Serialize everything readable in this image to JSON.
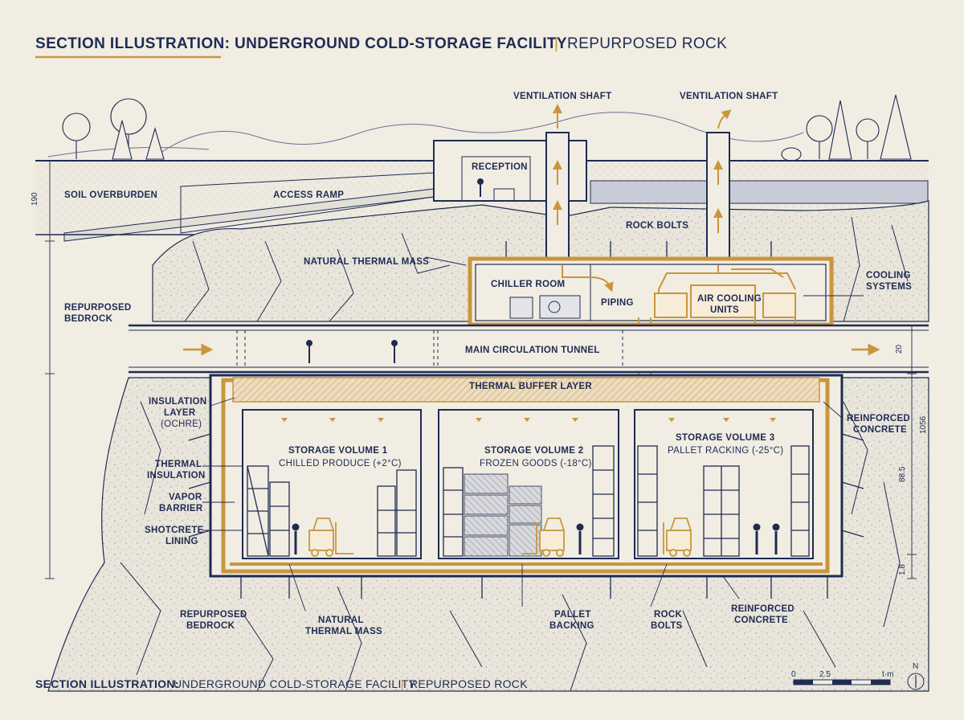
{
  "title": {
    "main": "SECTION ILLUSTRATION: UNDERGROUND COLD-STORAGE FACILITY",
    "separator": "|",
    "sub": "REPURPOSED ROCK"
  },
  "footer": {
    "main": "SECTION ILLUSTRATION:",
    "rest": "UNDERGROUND COLD-STORAGE FACILITY",
    "separator": "|",
    "sub": "REPURPOSED ROCK"
  },
  "labels": {
    "vent_shaft_1": "VENTILATION SHAFT",
    "vent_shaft_2": "VENTILATION SHAFT",
    "reception": "RECEPTION",
    "soil_overburden": "SOIL OVERBURDEN",
    "access_ramp": "ACCESS RAMP",
    "rock_bolts_top": "ROCK BOLTS",
    "natural_thermal_mass_top": "NATURAL THERMAL MASS",
    "repurposed_bedrock_top_1": "REPURPOSED",
    "repurposed_bedrock_top_2": "BEDROCK",
    "chiller_room": "CHILLER ROOM",
    "piping": "PIPING",
    "air_cooling_1": "AIR COOLING",
    "air_cooling_2": "UNITS",
    "cooling_systems_1": "COOLING",
    "cooling_systems_2": "SYSTEMS",
    "main_tunnel": "MAIN CIRCULATION TUNNEL",
    "thermal_buffer": "THERMAL BUFFER LAYER",
    "insulation_layer_1": "INSULATION",
    "insulation_layer_2": "LAYER",
    "insulation_layer_3": "(OCHRE)",
    "thermal_insulation_1": "THERMAL",
    "thermal_insulation_2": "INSULATION",
    "vapor_barrier_1": "VAPOR",
    "vapor_barrier_2": "BARRIER",
    "shotcrete_1": "SHOTCRETE",
    "shotcrete_2": "LINING",
    "reinforced_concrete_right_1": "REINFORCED",
    "reinforced_concrete_right_2": "CONCRETE",
    "sv1_title": "STORAGE VOLUME 1",
    "sv1_sub": "CHILLED PRODUCE (+2°C)",
    "sv2_title": "STORAGE VOLUME 2",
    "sv2_sub": "FROZEN GOODS (-18°C)",
    "sv3_title": "STORAGE VOLUME 3",
    "sv3_sub": "PALLET RACKING (-25°C)",
    "repurposed_bedrock_bot_1": "REPURPOSED",
    "repurposed_bedrock_bot_2": "BEDROCK",
    "natural_thermal_mass_bot_1": "NATURAL",
    "natural_thermal_mass_bot_2": "THERMAL MASS",
    "pallet_backing_1": "PALLET",
    "pallet_backing_2": "BACKING",
    "rock_bolts_bot_1": "ROCK",
    "rock_bolts_bot_2": "BOLTS",
    "reinforced_concrete_bot_1": "REINFORCED",
    "reinforced_concrete_bot_2": "CONCRETE"
  },
  "dimensions": {
    "left_top": "190",
    "tunnel": "20",
    "right_total": "1056",
    "right_storage": "88.5",
    "right_base": "1.8"
  },
  "scale_bar": {
    "tick_0": "0",
    "tick_1": "2.5",
    "unit": "t·m",
    "north": "N"
  },
  "colors": {
    "ink": "#1f2b52",
    "ochre": "#c9963d",
    "paper": "#f1ede3",
    "rock": "#e6e2d8"
  }
}
